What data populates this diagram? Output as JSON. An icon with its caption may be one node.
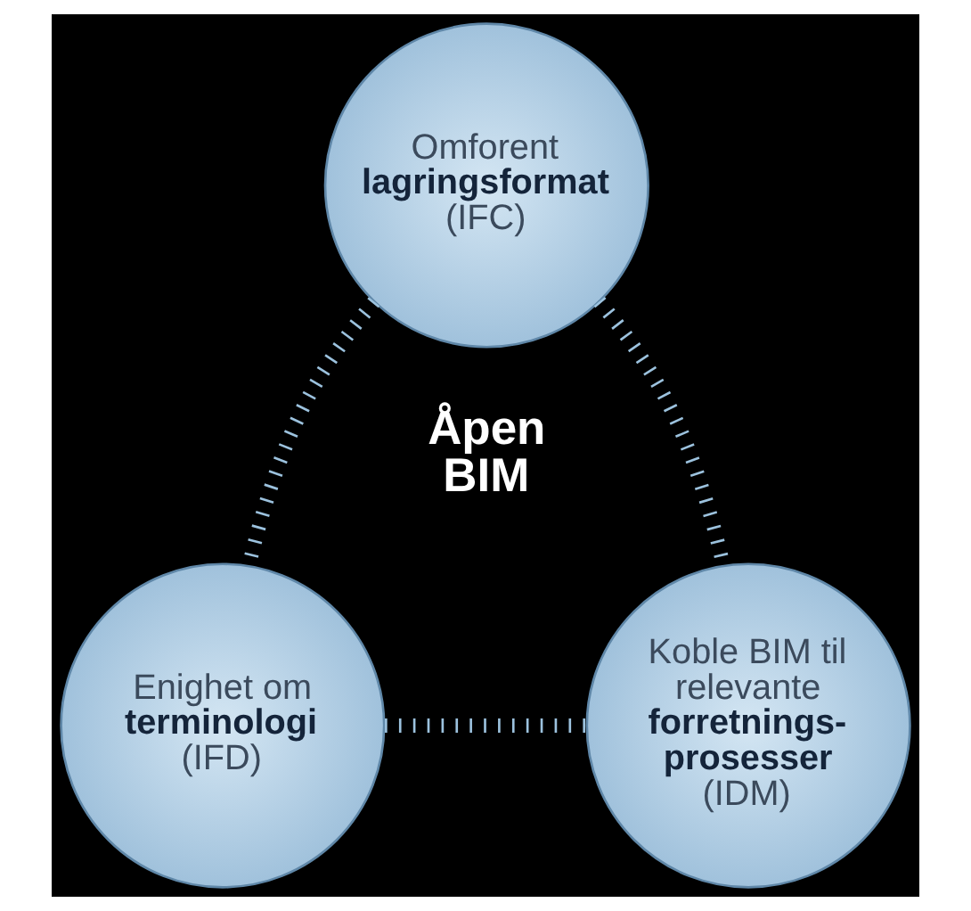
{
  "diagram": {
    "nodes": [
      {
        "text": [
          "Omforent **lagringsformat** (IFC)"
        ]
      },
      {
        "text": [
          "Enighet om **terminologi** (IFD)"
        ]
      },
      {
        "text": [
          "Koble BIM til relevante **forretnings- prosesser** (IDM)"
        ]
      }
    ],
    "edges": [
      {
        "from": 0,
        "to": 1,
        "arrow": "none"
      },
      {
        "from": 0,
        "to": 2,
        "arrow": "none"
      },
      {
        "from": 1,
        "to": 2,
        "arrow": "none"
      }
    ],
    "labels": [
      "Åpen BIM"
    ]
  }
}
